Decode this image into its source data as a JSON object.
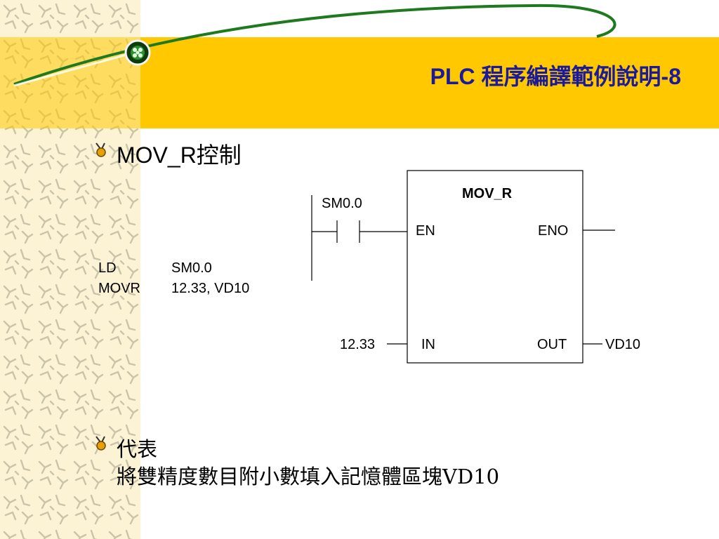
{
  "slide": {
    "title": "PLC 程序編譯範例說明-8",
    "bullets": [
      {
        "icon": "bullet-icon",
        "text": "MOV_R控制"
      },
      {
        "icon": "bullet-icon",
        "lines": [
          "代表",
          "將雙精度數目附小數填入記憶體區塊VD10"
        ]
      }
    ]
  },
  "stl": {
    "rows": [
      {
        "op": "LD",
        "arg": "SM0.0"
      },
      {
        "op": "MOVR",
        "arg": "12.33, VD10"
      }
    ]
  },
  "ladder": {
    "contact_label": "SM0.0",
    "box_title": "MOV_R",
    "pins": {
      "en": "EN",
      "eno": "ENO",
      "in": "IN",
      "out": "OUT"
    },
    "in_value": "12.33",
    "out_value": "VD10"
  },
  "colors": {
    "header": "#ffc800",
    "title": "#1a1a9a",
    "pattern": "#fbf3d4"
  }
}
